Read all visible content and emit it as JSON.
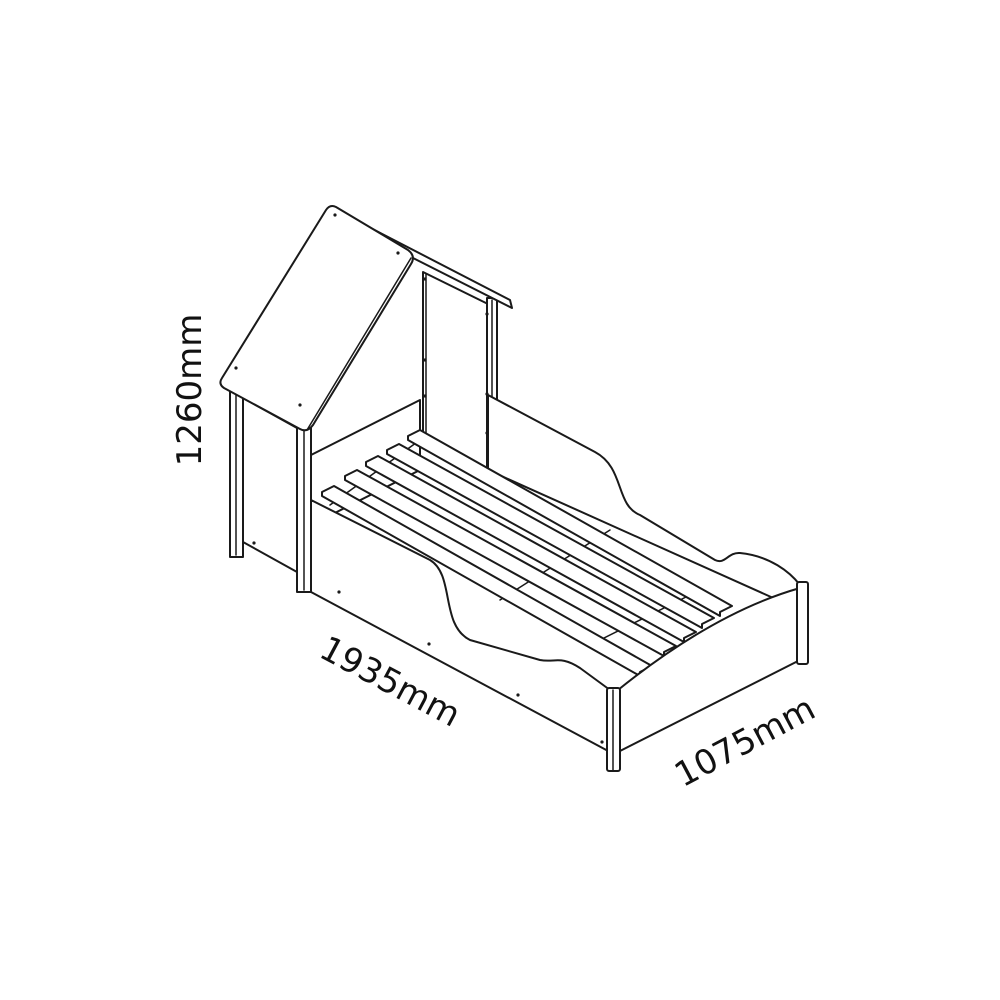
{
  "title": "Bed with house roof - dimensions",
  "dimensions": {
    "height": "1260mm",
    "length": "1935mm",
    "width": "1075mm"
  },
  "colors": {
    "line": "#1a1a1a",
    "background": "#ffffff"
  }
}
